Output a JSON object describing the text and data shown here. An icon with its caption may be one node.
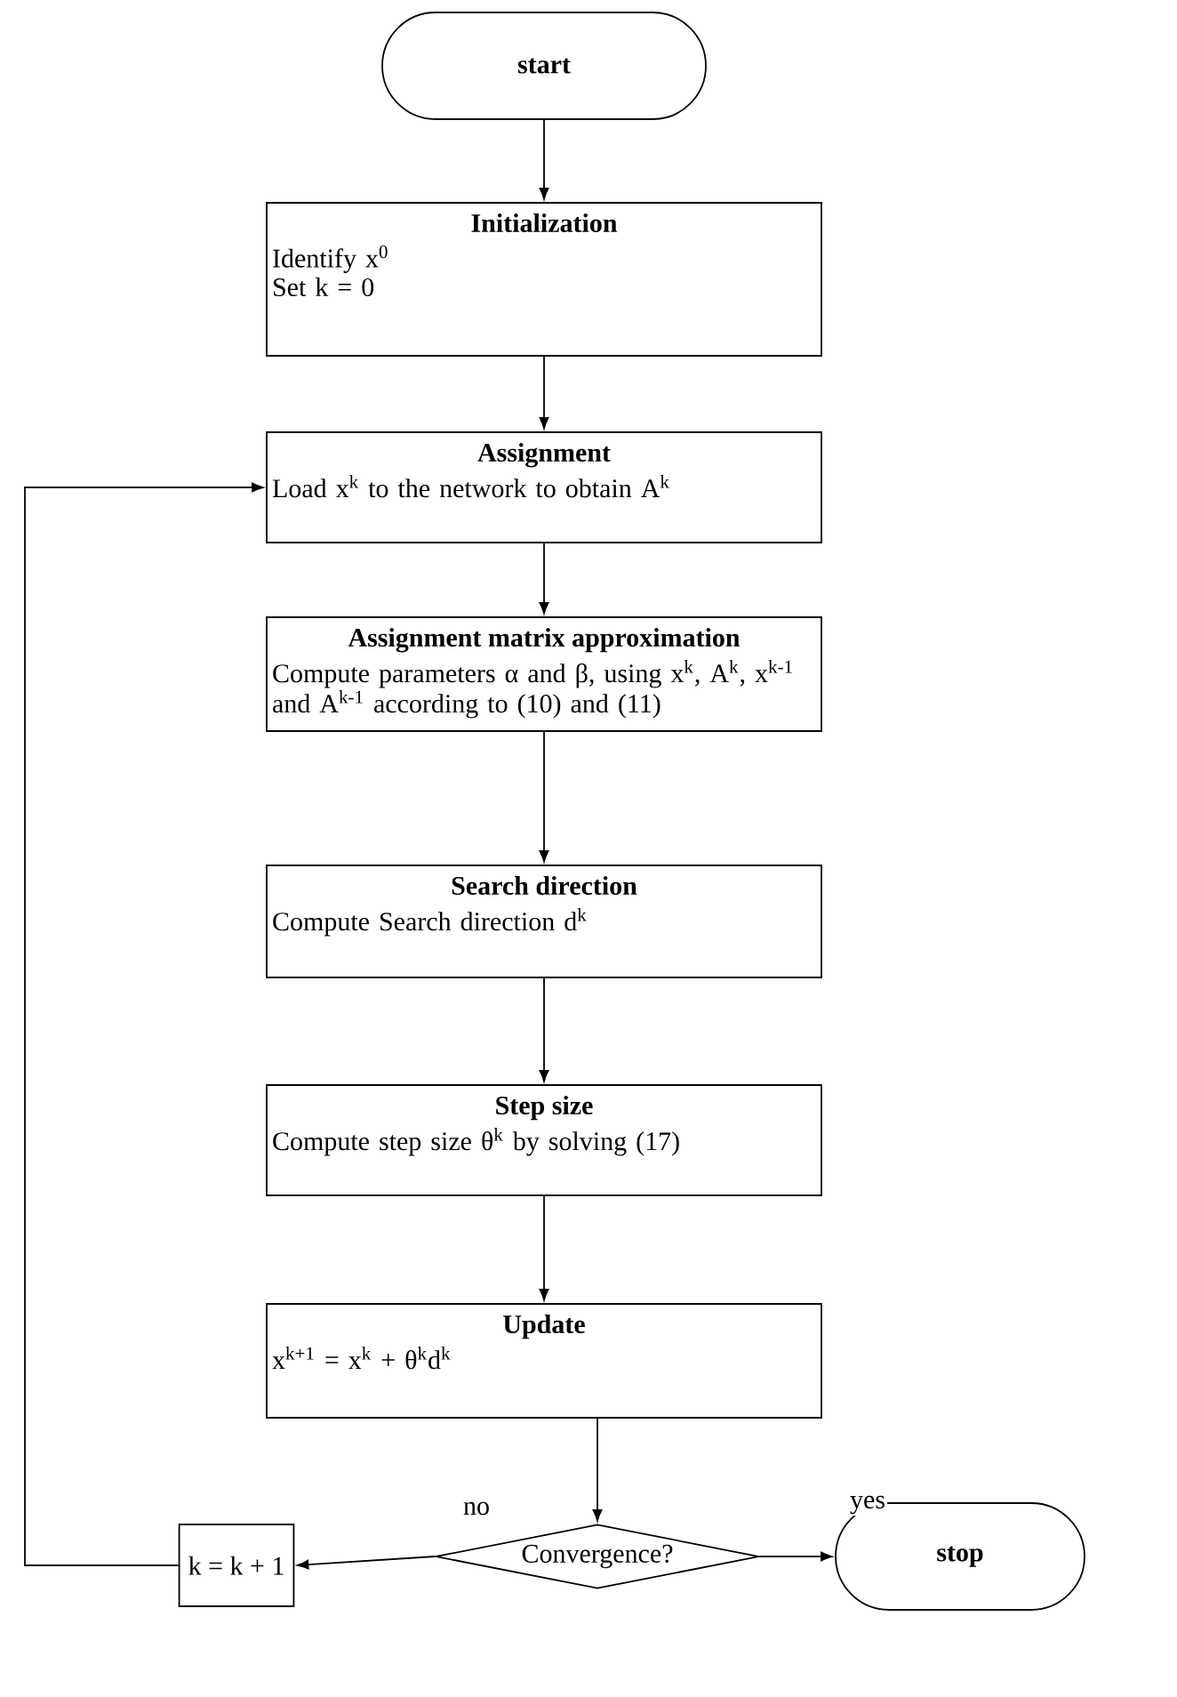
{
  "diagram": {
    "nodes": [
      {
        "text": [
          "start"
        ]
      },
      {
        "text": [
          "Initialization",
          "Identify x$^{0}$",
          "Set k = 0"
        ]
      },
      {
        "text": [
          "Assignment",
          "Load x$^{k}$ to the network to obtain A$^{k}$"
        ]
      },
      {
        "text": [
          "Assignment matrix approximation",
          "Compute parameters α and β, using x$^{k}$, A$^{k}$, x$^{k-1}$ and A$^{k-1}$ according to (10) and (11)"
        ]
      },
      {
        "text": [
          "Search direction",
          "Compute Search direction d$^{k}$"
        ]
      },
      {
        "text": [
          "Step size",
          "Compute step size θ$^{k}$ by solving (17)"
        ]
      },
      {
        "text": [
          "Update",
          "x$^{k+1}$ = x$^{k}$ + θ$^{k}$d$^{k}$"
        ]
      },
      {
        "text": [
          "Convergence?"
        ]
      },
      {
        "text": [
          "stop"
        ]
      },
      {
        "text": [
          "k = k + 1"
        ]
      }
    ],
    "edges": [
      {
        "from": 0,
        "to": 1,
        "arrow": "to"
      },
      {
        "from": 1,
        "to": 2,
        "arrow": "to"
      },
      {
        "from": 2,
        "to": 3,
        "arrow": "to"
      },
      {
        "from": 3,
        "to": 4,
        "arrow": "to"
      },
      {
        "from": 4,
        "to": 5,
        "arrow": "to"
      },
      {
        "from": 5,
        "to": 6,
        "arrow": "to"
      },
      {
        "from": 6,
        "to": 7,
        "arrow": "to"
      },
      {
        "from": 7,
        "to": 9,
        "arrow": "to",
        "label": "no"
      },
      {
        "from": 7,
        "to": 8,
        "arrow": "to",
        "label": "yes"
      },
      {
        "from": 9,
        "to": 2,
        "arrow": "to"
      }
    ]
  }
}
